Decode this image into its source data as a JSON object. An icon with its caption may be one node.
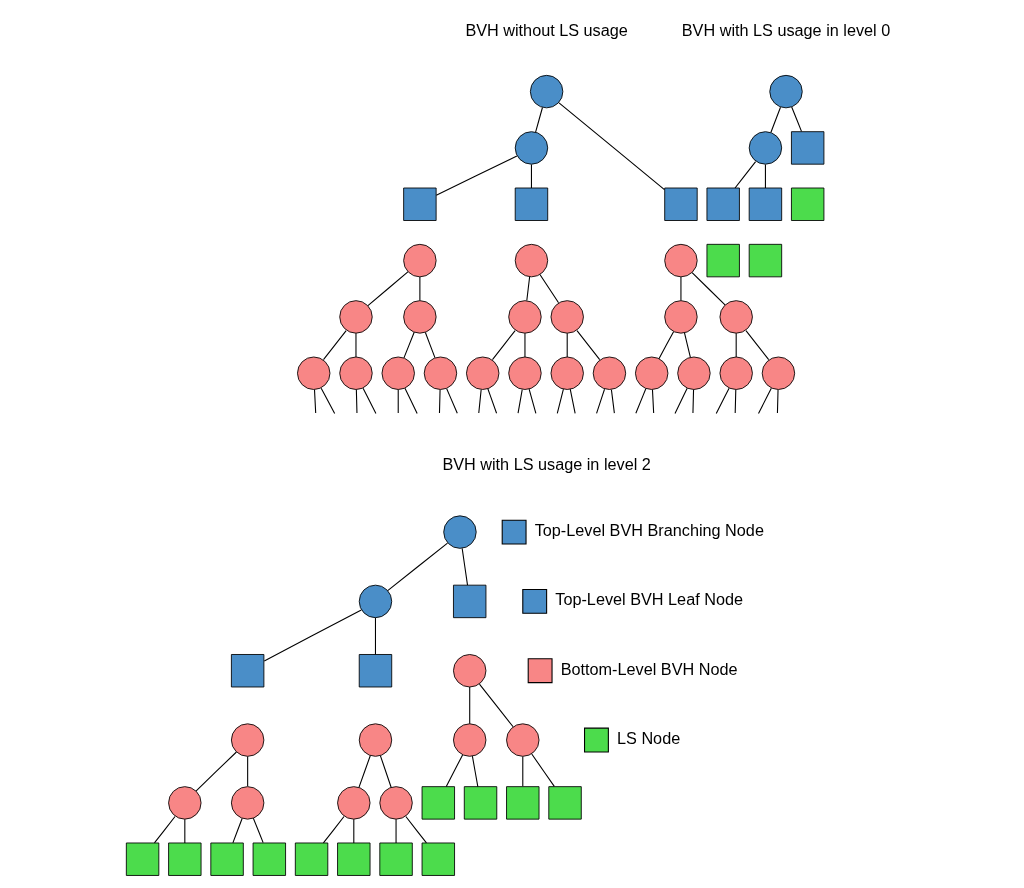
{
  "diagram": {
    "nodes": [
      {
        "text": [],
        "shape": "circle"
      },
      {
        "text": [],
        "shape": "circle"
      },
      {
        "text": [],
        "shape": "box"
      },
      {
        "text": [],
        "shape": "box"
      },
      {
        "text": [],
        "shape": "box"
      },
      {
        "text": [],
        "shape": "circle"
      },
      {
        "text": [],
        "shape": "circle"
      },
      {
        "text": [],
        "shape": "circle"
      },
      {
        "text": [],
        "shape": "circle"
      },
      {
        "text": [],
        "shape": "circle"
      },
      {
        "text": [],
        "shape": "circle"
      },
      {
        "text": [],
        "shape": "circle"
      },
      {
        "text": [],
        "shape": "circle"
      },
      {
        "text": [],
        "shape": "circle"
      },
      {
        "text": [],
        "shape": "circle"
      },
      {
        "text": [],
        "shape": "circle"
      },
      {
        "text": [],
        "shape": "circle"
      },
      {
        "text": [],
        "shape": "circle"
      },
      {
        "text": [],
        "shape": "circle"
      },
      {
        "text": [],
        "shape": "circle"
      },
      {
        "text": [],
        "shape": "circle"
      },
      {
        "text": [],
        "shape": "circle"
      },
      {
        "text": [],
        "shape": "circle"
      },
      {
        "text": [],
        "shape": "circle"
      },
      {
        "text": [],
        "shape": "circle"
      },
      {
        "text": [],
        "shape": "circle"
      },
      {
        "text": [],
        "shape": "circle"
      },
      {
        "text": [],
        "shape": "circle"
      },
      {
        "text": [],
        "shape": "box"
      },
      {
        "text": [],
        "shape": "box"
      },
      {
        "text": [],
        "shape": "box"
      },
      {
        "text": [],
        "shape": "box"
      },
      {
        "text": [],
        "shape": "box"
      },
      {
        "text": [],
        "shape": "box"
      },
      {
        "text": [],
        "shape": "circle"
      },
      {
        "text": [],
        "shape": "circle"
      },
      {
        "text": [],
        "shape": "box"
      },
      {
        "text": [],
        "shape": "box"
      },
      {
        "text": [],
        "shape": "box"
      },
      {
        "text": [],
        "shape": "circle"
      },
      {
        "text": [],
        "shape": "circle"
      },
      {
        "text": [],
        "shape": "circle"
      },
      {
        "text": [],
        "shape": "circle"
      },
      {
        "text": [],
        "shape": "circle"
      },
      {
        "text": [],
        "shape": "circle"
      },
      {
        "text": [],
        "shape": "circle"
      },
      {
        "text": [],
        "shape": "circle"
      },
      {
        "text": [],
        "shape": "circle"
      },
      {
        "text": [],
        "shape": "box"
      },
      {
        "text": [],
        "shape": "box"
      },
      {
        "text": [],
        "shape": "box"
      },
      {
        "text": [],
        "shape": "box"
      },
      {
        "text": [],
        "shape": "box"
      },
      {
        "text": [],
        "shape": "box"
      },
      {
        "text": [],
        "shape": "box"
      },
      {
        "text": [],
        "shape": "box"
      },
      {
        "text": [],
        "shape": "box"
      },
      {
        "text": [],
        "shape": "box"
      },
      {
        "text": [],
        "shape": "box"
      },
      {
        "text": [],
        "shape": "box"
      }
    ],
    "edges": [
      {
        "from": 0,
        "to": 1,
        "arrow": "none"
      },
      {
        "from": 0,
        "to": 2,
        "arrow": "none"
      },
      {
        "from": 1,
        "to": 3,
        "arrow": "none"
      },
      {
        "from": 1,
        "to": 4,
        "arrow": "none"
      },
      {
        "from": 5,
        "to": 8,
        "arrow": "none"
      },
      {
        "from": 5,
        "to": 9,
        "arrow": "none"
      },
      {
        "from": 6,
        "to": 10,
        "arrow": "none"
      },
      {
        "from": 6,
        "to": 11,
        "arrow": "none"
      },
      {
        "from": 7,
        "to": 12,
        "arrow": "none"
      },
      {
        "from": 7,
        "to": 13,
        "arrow": "none"
      },
      {
        "from": 8,
        "to": 14,
        "arrow": "none"
      },
      {
        "from": 8,
        "to": 15,
        "arrow": "none"
      },
      {
        "from": 9,
        "to": 16,
        "arrow": "none"
      },
      {
        "from": 9,
        "to": 17,
        "arrow": "none"
      },
      {
        "from": 10,
        "to": 18,
        "arrow": "none"
      },
      {
        "from": 10,
        "to": 19,
        "arrow": "none"
      },
      {
        "from": 11,
        "to": 20,
        "arrow": "none"
      },
      {
        "from": 11,
        "to": 21,
        "arrow": "none"
      },
      {
        "from": 12,
        "to": 22,
        "arrow": "none"
      },
      {
        "from": 12,
        "to": 23,
        "arrow": "none"
      },
      {
        "from": 13,
        "to": 24,
        "arrow": "none"
      },
      {
        "from": 13,
        "to": 25,
        "arrow": "none"
      },
      {
        "from": 14,
        "to": null,
        "arrow": "none"
      },
      {
        "from": 14,
        "to": null,
        "arrow": "none"
      },
      {
        "from": 15,
        "to": null,
        "arrow": "none"
      },
      {
        "from": 15,
        "to": null,
        "arrow": "none"
      },
      {
        "from": 16,
        "to": null,
        "arrow": "none"
      },
      {
        "from": 16,
        "to": null,
        "arrow": "none"
      },
      {
        "from": 17,
        "to": null,
        "arrow": "none"
      },
      {
        "from": 17,
        "to": null,
        "arrow": "none"
      },
      {
        "from": 18,
        "to": null,
        "arrow": "none"
      },
      {
        "from": 18,
        "to": null,
        "arrow": "none"
      },
      {
        "from": 19,
        "to": null,
        "arrow": "none"
      },
      {
        "from": 19,
        "to": null,
        "arrow": "none"
      },
      {
        "from": 20,
        "to": null,
        "arrow": "none"
      },
      {
        "from": 20,
        "to": null,
        "arrow": "none"
      },
      {
        "from": 21,
        "to": null,
        "arrow": "none"
      },
      {
        "from": 21,
        "to": null,
        "arrow": "none"
      },
      {
        "from": 22,
        "to": null,
        "arrow": "none"
      },
      {
        "from": 22,
        "to": null,
        "arrow": "none"
      },
      {
        "from": 23,
        "to": null,
        "arrow": "none"
      },
      {
        "from": 23,
        "to": null,
        "arrow": "none"
      },
      {
        "from": 24,
        "to": null,
        "arrow": "none"
      },
      {
        "from": 24,
        "to": null,
        "arrow": "none"
      },
      {
        "from": 25,
        "to": null,
        "arrow": "none"
      },
      {
        "from": 25,
        "to": null,
        "arrow": "none"
      },
      {
        "from": 26,
        "to": 27,
        "arrow": "none"
      },
      {
        "from": 26,
        "to": 28,
        "arrow": "none"
      },
      {
        "from": 27,
        "to": 29,
        "arrow": "none"
      },
      {
        "from": 27,
        "to": 30,
        "arrow": "none"
      },
      {
        "from": 34,
        "to": 35,
        "arrow": "none"
      },
      {
        "from": 34,
        "to": 36,
        "arrow": "none"
      },
      {
        "from": 35,
        "to": 37,
        "arrow": "none"
      },
      {
        "from": 35,
        "to": 38,
        "arrow": "none"
      },
      {
        "from": 39,
        "to": 42,
        "arrow": "none"
      },
      {
        "from": 39,
        "to": 43,
        "arrow": "none"
      },
      {
        "from": 40,
        "to": 44,
        "arrow": "none"
      },
      {
        "from": 40,
        "to": 45,
        "arrow": "none"
      },
      {
        "from": 41,
        "to": 46,
        "arrow": "none"
      },
      {
        "from": 41,
        "to": 47,
        "arrow": "none"
      },
      {
        "from": 42,
        "to": 48,
        "arrow": "none"
      },
      {
        "from": 42,
        "to": 49,
        "arrow": "none"
      },
      {
        "from": 43,
        "to": 50,
        "arrow": "none"
      },
      {
        "from": 43,
        "to": 51,
        "arrow": "none"
      },
      {
        "from": 44,
        "to": 52,
        "arrow": "none"
      },
      {
        "from": 44,
        "to": 53,
        "arrow": "none"
      },
      {
        "from": 45,
        "to": 54,
        "arrow": "none"
      },
      {
        "from": 45,
        "to": 55,
        "arrow": "none"
      },
      {
        "from": 46,
        "to": 56,
        "arrow": "none"
      },
      {
        "from": 46,
        "to": 57,
        "arrow": "none"
      },
      {
        "from": 47,
        "to": 58,
        "arrow": "none"
      },
      {
        "from": 47,
        "to": 59,
        "arrow": "none"
      }
    ],
    "labels": [
      "BVH without LS usage",
      "BVH with LS usage in level 0",
      "BVH with LS usage in level 2"
    ],
    "legend": [
      {
        "text": "Top-Level BVH Branching Node",
        "color": "#4a8ec8"
      },
      {
        "text": "Top-Level BVH Leaf Node",
        "color": "#4a8ec8"
      },
      {
        "text": "Bottom-Level BVH Node",
        "color": "#f88686"
      },
      {
        "text": "LS Node",
        "color": "#4cdc4c"
      }
    ]
  }
}
